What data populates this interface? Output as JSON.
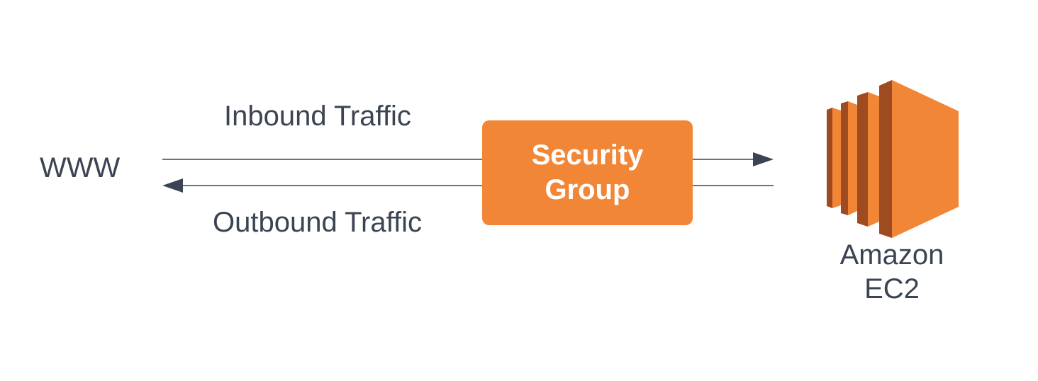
{
  "nodes": {
    "www": {
      "label": "WWW"
    },
    "security_group": {
      "line1": "Security",
      "line2": "Group"
    },
    "ec2": {
      "line1": "Amazon",
      "line2": "EC2"
    }
  },
  "edges": {
    "inbound": {
      "label": "Inbound Traffic"
    },
    "outbound": {
      "label": "Outbound Traffic"
    }
  },
  "colors": {
    "orange": "#f28637",
    "orange_dark": "#9e4b22",
    "text": "#3b4453",
    "line": "#3b4453"
  }
}
